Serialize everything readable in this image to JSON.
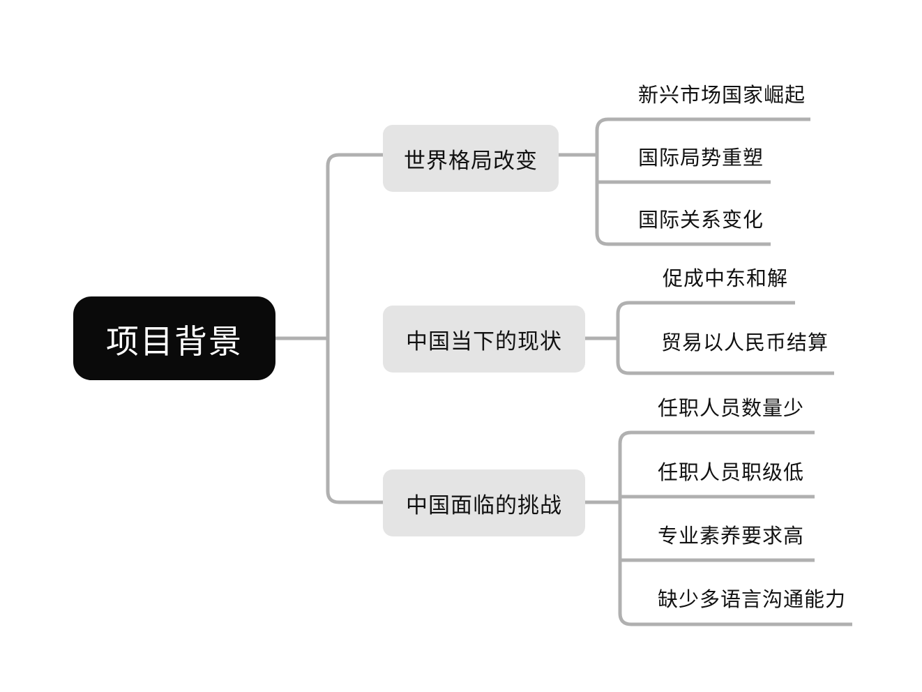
{
  "diagram": {
    "type": "mind-map",
    "title": "项目背景",
    "orientation": "left-to-right",
    "colors": {
      "root_fill": "#0a0a0a",
      "root_text": "#ffffff",
      "branch_fill": "#e4e4e4",
      "branch_text": "#111111",
      "leaf_text": "#111111",
      "connector": "#b0b0b0",
      "background": "#ffffff"
    },
    "root": {
      "label": "项目背景"
    },
    "branches": [
      {
        "label": "世界格局改变",
        "leaves": [
          {
            "label": "新兴市场国家崛起"
          },
          {
            "label": "国际局势重塑"
          },
          {
            "label": "国际关系变化"
          }
        ]
      },
      {
        "label": "中国当下的现状",
        "leaves": [
          {
            "label": "促成中东和解"
          },
          {
            "label": "贸易以人民币结算"
          }
        ]
      },
      {
        "label": "中国面临的挑战",
        "leaves": [
          {
            "label": "任职人员数量少"
          },
          {
            "label": "任职人员职级低"
          },
          {
            "label": "专业素养要求高"
          },
          {
            "label": "缺少多语言沟通能力"
          }
        ]
      }
    ]
  }
}
